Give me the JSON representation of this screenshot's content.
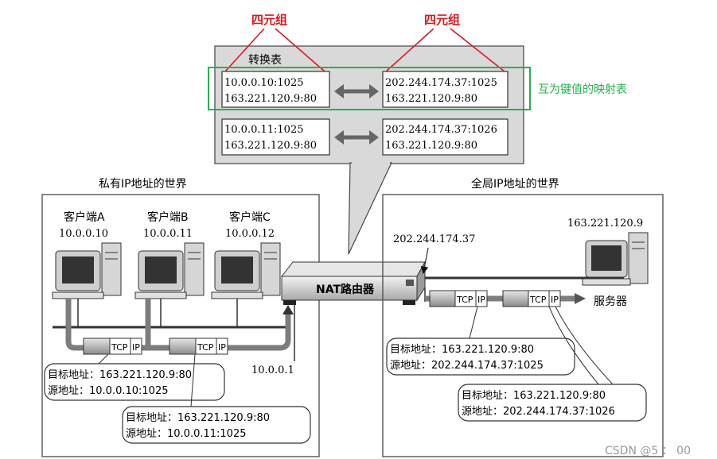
{
  "annotations": {
    "four_tuple_left": "四元组",
    "four_tuple_right": "四元组",
    "mapping_note": "互为键值的映射表",
    "red": "#e0161b",
    "green": "#23b14d"
  },
  "table": {
    "title": "转换表",
    "rows": [
      {
        "private_addr": "10.0.0.10:1025",
        "private_dest": "163.221.120.9:80",
        "global_addr": "202.244.174.37:1025",
        "global_dest": "163.221.120.9:80"
      },
      {
        "private_addr": "10.0.0.11:1025",
        "private_dest": "163.221.120.9:80",
        "global_addr": "202.244.174.37:1026",
        "global_dest": "163.221.120.9:80"
      }
    ]
  },
  "private_world": {
    "title": "私有IP地址的世界",
    "clients": [
      {
        "name": "客户端A",
        "ip": "10.0.0.10"
      },
      {
        "name": "客户端B",
        "ip": "10.0.0.11"
      },
      {
        "name": "客户端C",
        "ip": "10.0.0.12"
      }
    ],
    "gateway_ip": "10.0.0.1",
    "packet_labels": [
      "TCP",
      "IP"
    ],
    "callouts": [
      {
        "dest": "目标地址：163.221.120.9:80",
        "src": "源地址：10.0.0.10:1025"
      },
      {
        "dest": "目标地址：163.221.120.9:80",
        "src": "源地址：10.0.0.11:1025"
      }
    ]
  },
  "router": {
    "label": "NAT路由器",
    "wan_ip": "202.244.174.37"
  },
  "global_world": {
    "title": "全局IP地址的世界",
    "server_ip": "163.221.120.9",
    "server_label": "服务器",
    "callouts": [
      {
        "dest": "目标地址：163.221.120.9:80",
        "src": "源地址：202.244.174.37:1025"
      },
      {
        "dest": "目标地址：163.221.120.9:80",
        "src": "源地址：202.244.174.37:1026"
      }
    ]
  },
  "watermark": "CSDN @5 ： 00"
}
